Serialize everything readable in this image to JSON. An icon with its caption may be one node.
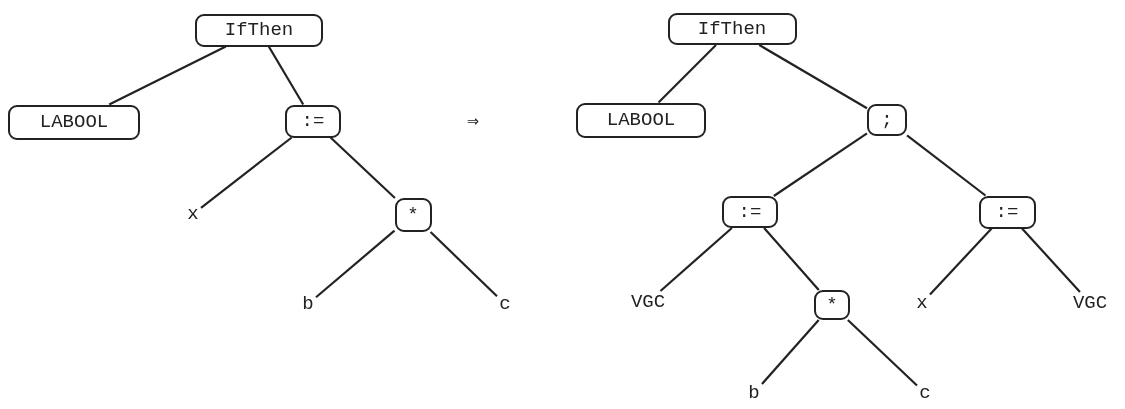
{
  "diagram": {
    "nodes": [
      {
        "text": [
          "IfThen"
        ]
      },
      {
        "text": [
          "LABOOL"
        ]
      },
      {
        "text": [
          ":="
        ]
      },
      {
        "text": [
          "x"
        ]
      },
      {
        "text": [
          "*"
        ]
      },
      {
        "text": [
          "b"
        ]
      },
      {
        "text": [
          "c"
        ]
      },
      {
        "text": [
          "IfThen"
        ]
      },
      {
        "text": [
          "LABOOL"
        ]
      },
      {
        "text": [
          ";"
        ]
      },
      {
        "text": [
          ":="
        ]
      },
      {
        "text": [
          ":="
        ]
      },
      {
        "text": [
          "VGC"
        ]
      },
      {
        "text": [
          "*"
        ]
      },
      {
        "text": [
          "x"
        ]
      },
      {
        "text": [
          "VGC"
        ]
      },
      {
        "text": [
          "b"
        ]
      },
      {
        "text": [
          "c"
        ]
      }
    ],
    "edges": [
      {
        "from": 0,
        "to": 1,
        "arrow": "none"
      },
      {
        "from": 0,
        "to": 2,
        "arrow": "none"
      },
      {
        "from": 2,
        "to": 3,
        "arrow": "none"
      },
      {
        "from": 2,
        "to": 4,
        "arrow": "none"
      },
      {
        "from": 4,
        "to": 5,
        "arrow": "none"
      },
      {
        "from": 4,
        "to": 6,
        "arrow": "none"
      },
      {
        "from": 7,
        "to": 8,
        "arrow": "none"
      },
      {
        "from": 7,
        "to": 9,
        "arrow": "none"
      },
      {
        "from": 9,
        "to": 10,
        "arrow": "none"
      },
      {
        "from": 9,
        "to": 11,
        "arrow": "none"
      },
      {
        "from": 10,
        "to": 12,
        "arrow": "none"
      },
      {
        "from": 10,
        "to": 13,
        "arrow": "none"
      },
      {
        "from": 11,
        "to": 14,
        "arrow": "none"
      },
      {
        "from": 11,
        "to": 15,
        "arrow": "none"
      },
      {
        "from": 13,
        "to": 16,
        "arrow": "none"
      },
      {
        "from": 13,
        "to": 17,
        "arrow": "none"
      }
    ],
    "labels": [
      "⇒"
    ]
  }
}
